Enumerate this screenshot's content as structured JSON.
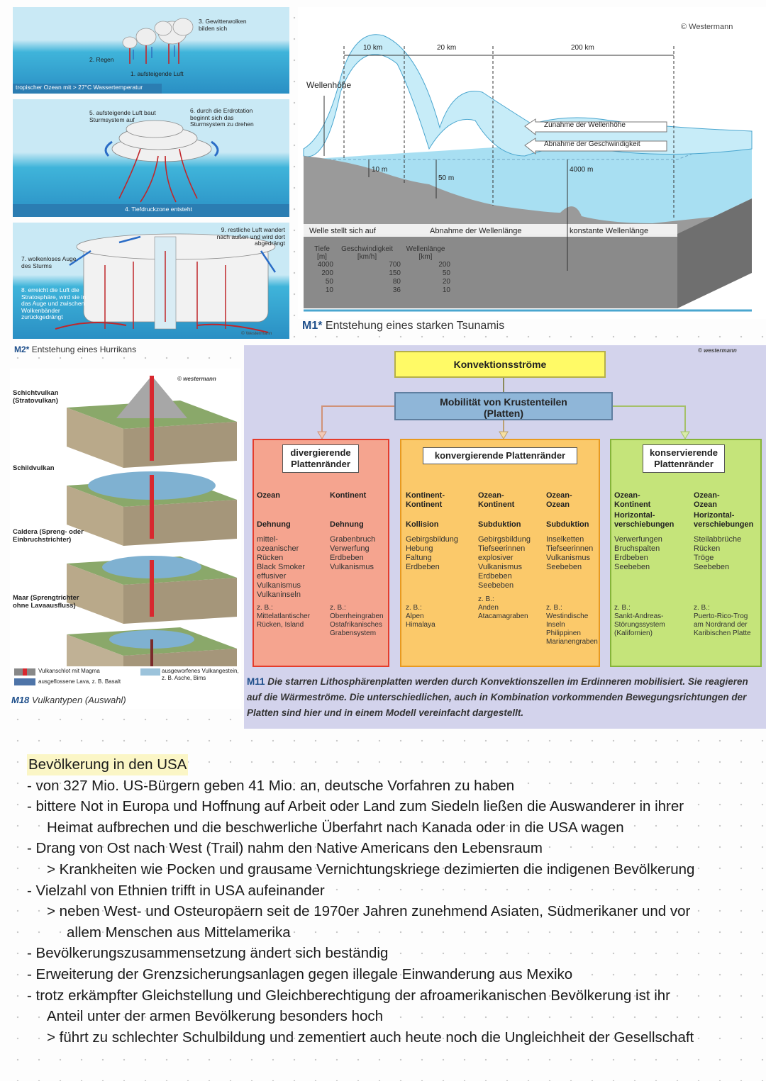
{
  "hurricane": {
    "panel1": {
      "label_clouds": "3. Gewitterwolken bilden sich",
      "label_rain": "2. Regen",
      "label_air": "1. aufsteigende Luft",
      "label_ocean": "tropischer Ozean mit > 27°C Wassertemperatur"
    },
    "panel2": {
      "label_system": "5. aufsteigende Luft baut Sturmsystem auf",
      "label_rotation": "6. durch die Erdrotation beginnt sich das Sturmsystem zu drehen",
      "label_low": "4. Tiefdruckzone entsteht"
    },
    "panel3": {
      "label_rest": "9. restliche Luft wandert nach außen und wird dort abgedrängt",
      "label_eye": "7. wolkenloses Auge des Sturms",
      "label_strato": "8. erreicht die Luft die Stratosphäre, wird sie in das Auge und zwischen Wolkenbänder zurückgedrängt",
      "credit": "© Westermann"
    },
    "caption_code": "M2*",
    "caption_text": "Entstehung eines Hurrikans"
  },
  "tsunami": {
    "credit": "© Westermann",
    "dist_10": "10 km",
    "dist_20": "20 km",
    "dist_200": "200 km",
    "wave_height": "Wellenhöhe",
    "arrow_height": "Zunahme der Wellenhöhe",
    "arrow_speed": "Abnahme der Geschwindigkeit",
    "depth_10": "10 m",
    "depth_50": "50 m",
    "depth_4000": "4000 m",
    "band_1": "Welle stellt sich auf",
    "band_2": "Abnahme der Wellenlänge",
    "band_3": "konstante Wellenlänge",
    "table_headers": [
      "Tiefe [m]",
      "Geschwindigkeit [km/h]",
      "Wellenlänge [km]"
    ],
    "table_rows": [
      [
        "4000",
        "700",
        "200"
      ],
      [
        "200",
        "150",
        "50"
      ],
      [
        "50",
        "80",
        "20"
      ],
      [
        "10",
        "36",
        "10"
      ]
    ],
    "caption_code": "M1*",
    "caption_text": "Entstehung eines starken Tsunamis"
  },
  "volcano": {
    "credit": "© westermann",
    "types": [
      "Schichtvulkan (Stratovulkan)",
      "Schildvulkan",
      "Caldera (Spreng- oder Einbruchstrichter)",
      "Maar (Sprengtrichter ohne Lavaausfluss)"
    ],
    "legend_1": "Vulkanschlot mit Magma",
    "legend_2": "ausgeflossene Lava, z. B. Basalt",
    "legend_3": "ausgeworfenes Vulkangestein, z. B. Asche, Bims",
    "caption_code": "M18",
    "caption_text": "Vulkantypen (Auswahl)"
  },
  "plates": {
    "credit": "© westermann",
    "top": "Konvektionsströme",
    "mid": "Mobilität von Krustenteilen (Platten)",
    "diverg": {
      "title": "divergierende Plattenränder",
      "cols": [
        {
          "head": "Ozean",
          "type": "Dehnung",
          "items": "mittel-\nozeanischer\nRücken\nBlack Smoker\neffusiver\nVulkanismus\nVulkaninseln",
          "ex_label": "z. B.:",
          "ex": "Mittelatlantischer\nRücken, Island"
        },
        {
          "head": "Kontinent",
          "type": "Dehnung",
          "items": "Grabenbruch\nVerwerfung\nErdbeben\nVulkanismus",
          "ex_label": "z. B.:",
          "ex": "Oberrheingraben\nOstafrikanisches\nGrabensystem"
        }
      ]
    },
    "konverg": {
      "title": "konvergierende Plattenränder",
      "cols": [
        {
          "head": "Kontinent-\nKontinent",
          "type": "Kollision",
          "items": "Gebirgsbildung\nHebung\nFaltung\nErdbeben",
          "ex_label": "z. B.:",
          "ex": "Alpen\nHimalaya"
        },
        {
          "head": "Ozean-\nKontinent",
          "type": "Subduktion",
          "items": "Gebirgsbildung\nTiefseerinnen\nexplosiver\nVulkanismus\nErdbeben\nSeebeben",
          "ex_label": "z. B.:",
          "ex": "Anden\nAtacamagraben"
        },
        {
          "head": "Ozean-\nOzean",
          "type": "Subduktion",
          "items": "Inselketten\nTiefseerinnen\nVulkanismus\nSeebeben",
          "ex_label": "z. B.:",
          "ex": "Westindische\nInseln\nPhilippinen\nMarianengraben"
        }
      ]
    },
    "konserv": {
      "title": "konservierende Plattenränder",
      "cols": [
        {
          "head": "Ozean-\nKontinent",
          "type": "Horizontal-\nverschiebungen",
          "items": "Verwerfungen\nBruchspalten\nErdbeben\nSeebeben",
          "ex_label": "z. B.:",
          "ex": "Sankt-Andreas-\nStörungssystem\n(Kalifornien)"
        },
        {
          "head": "Ozean-\nOzean",
          "type": "Horizontal-\nverschiebungen",
          "items": "Steilabbrüche\nRücken\nTröge\nSeebeben",
          "ex_label": "z. B.:",
          "ex": "Puerto-Rico-Trog\nam Nordrand der\nKaribischen Platte"
        }
      ]
    },
    "caption_code": "M11",
    "caption_text": "Die starren Lithosphärenplatten werden durch Konvektionszellen im Erdinneren mobilisiert. Sie reagieren auf die Wärmeströme. Die unterschiedlichen, auch in Kombination vorkommenden Bewegungsrichtungen der Platten sind hier und in einem Modell vereinfacht dargestellt."
  },
  "notes": {
    "title": "Bevölkerung in den USA",
    "lines": [
      "- von 327 Mio. US-Bürgern geben 41 Mio. an, deutsche Vorfahren zu haben",
      "- bittere Not in Europa und Hoffnung auf Arbeit oder Land zum Siedeln ließen die Auswanderer in ihrer",
      "Heimat aufbrechen und die beschwerliche Überfahrt nach Kanada oder in die USA wagen",
      "- Drang von Ost nach West (Trail) nahm den Native Americans den Lebensraum",
      "> Krankheiten wie Pocken und grausame Vernichtungskriege dezimierten die indigenen Bevölkerung",
      "- Vielzahl von Ethnien trifft in USA aufeinander",
      "> neben West- und Osteuropäern seit de 1970er Jahren zunehmend Asiaten, Südmerikaner und vor",
      "allem Menschen aus Mittelamerika",
      "- Bevölkerungszusammensetzung ändert sich beständig",
      "- Erweiterung der Grenzsicherungsanlagen gegen illegale Einwanderung aus Mexiko",
      "- trotz erkämpfter Gleichstellung und Gleichberechtigung der afroamerikanischen Bevölkerung ist ihr",
      "Anteil unter der armen Bevölkerung besonders hoch",
      "> führt zu schlechter Schulbildung und zementiert auch heute noch die Ungleichheit der Gesellschaft"
    ]
  }
}
